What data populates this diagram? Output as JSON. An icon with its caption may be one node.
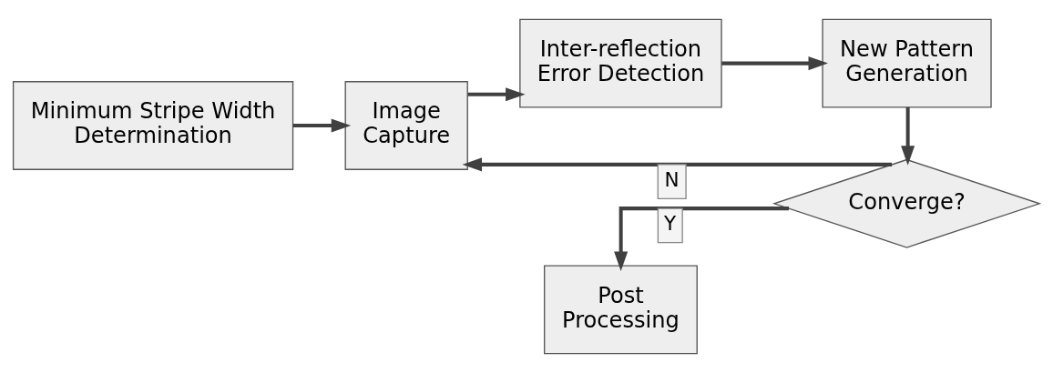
{
  "diagram": {
    "nodes": [
      {
        "text": [
          "Minimum Stripe Width Determination"
        ]
      },
      {
        "text": [
          "Image Capture"
        ]
      },
      {
        "text": [
          "Inter-reflection Error Detection"
        ]
      },
      {
        "text": [
          "New Pattern Generation"
        ]
      },
      {
        "text": [
          "Converge?"
        ]
      },
      {
        "text": [
          "Post Processing"
        ]
      }
    ],
    "edges": [
      {
        "from": 0,
        "to": 1,
        "arrow": "to"
      },
      {
        "from": 1,
        "to": 2,
        "arrow": "to"
      },
      {
        "from": 2,
        "to": 3,
        "arrow": "to"
      },
      {
        "from": 3,
        "to": 4,
        "arrow": "to"
      },
      {
        "from": 4,
        "to": 1,
        "arrow": "to",
        "label": "N"
      },
      {
        "from": 4,
        "to": 5,
        "arrow": "to",
        "label": "Y"
      }
    ]
  }
}
